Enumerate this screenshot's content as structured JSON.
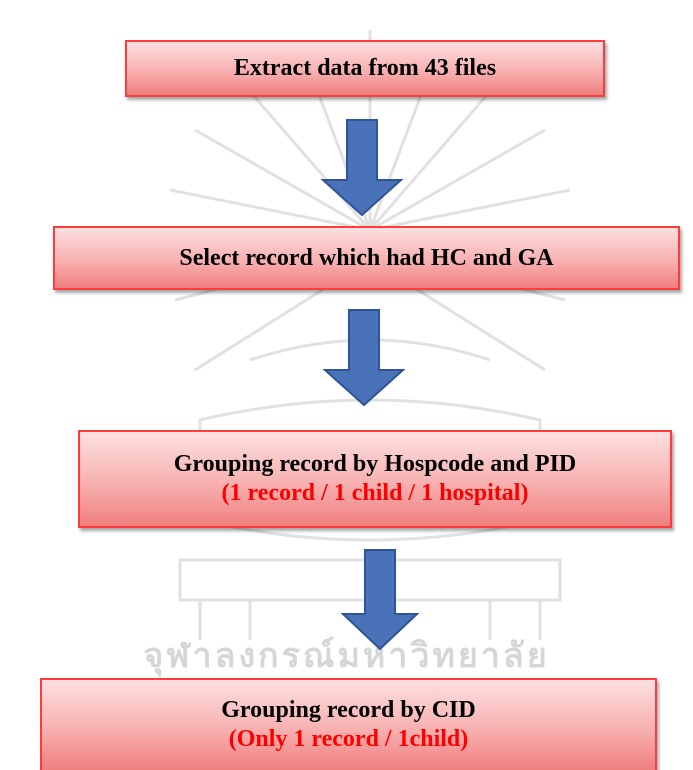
{
  "steps": [
    {
      "label": "Extract data from 43 files"
    },
    {
      "label": "Select record which had HC and GA"
    },
    {
      "label": "Grouping record by Hospcode and PID",
      "note": "(1 record / 1 child / 1 hospital)"
    },
    {
      "label": "Grouping record by CID",
      "note": "(Only 1 record / 1child)"
    }
  ],
  "watermark": {
    "text": "จุฬาลงกรณ์มหาวิทยาลัย"
  },
  "colors": {
    "box_border": "#ff3b3b",
    "note_text": "#ff0000",
    "arrow_fill": "#4a72b8",
    "arrow_stroke": "#2f5597"
  }
}
